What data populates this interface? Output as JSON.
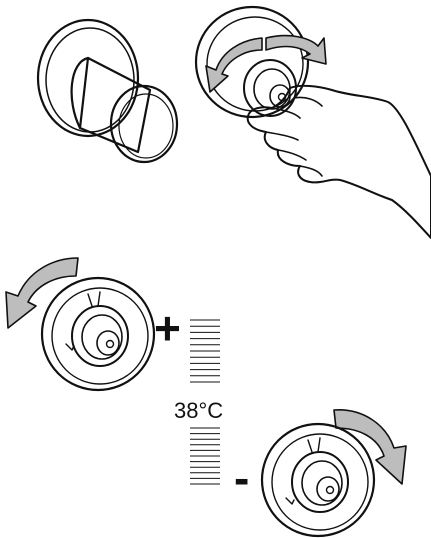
{
  "diagram": {
    "temperature_label": "38°C",
    "increase_symbol": "+",
    "decrease_symbol": "-"
  },
  "colors": {
    "ink": "#111111",
    "arrow_fill": "#bdbdbd",
    "background": "#ffffff"
  },
  "icons": {
    "top_left": "shower-knob-icon",
    "top_right": "hand-turning-knob-icon",
    "mid_left": "knob-turn-counterclockwise-icon",
    "bottom_right": "knob-turn-clockwise-icon"
  },
  "scale": {
    "ticks_above_label": 11,
    "ticks_below_label": 11
  }
}
